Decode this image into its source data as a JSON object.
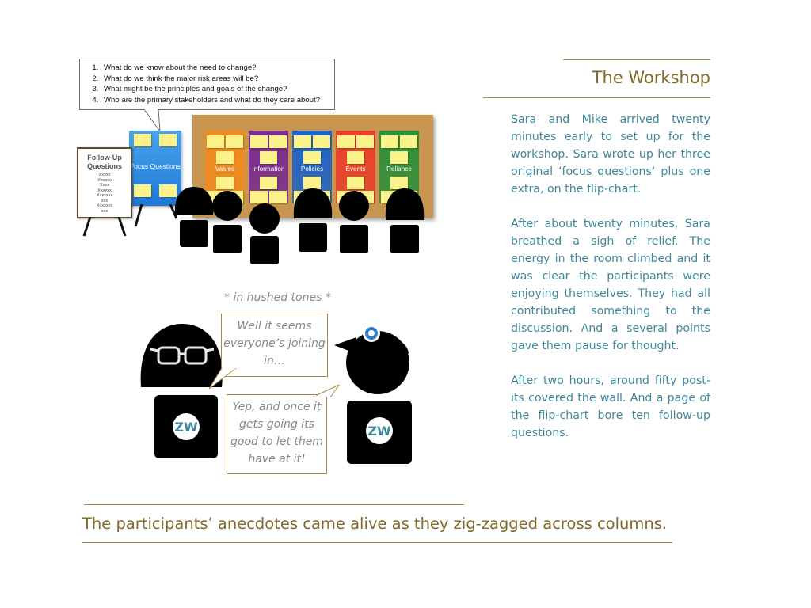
{
  "title": "The Workshop",
  "paragraphs": [
    "Sara and Mike arrived twenty minutes early to set up for the workshop. Sara wrote up her three original ‘focus questions’ plus one extra, on the flip-chart.",
    "After about twenty minutes, Sara breathed a sigh of relief. The energy in the room climbed and it was clear the participants were enjoying themselves. They had all contributed something to the discussion. And a several points gave them pause for thought.",
    "After two hours, around fifty post-its covered the wall. And a page of the flip-chart bore ten follow-up questions."
  ],
  "focus_questions": [
    "What do we know about the need to change?",
    "What do we think the major risk areas will be?",
    "What might be the principles and goals of the change?",
    "Who are the primary stakeholders and what do they care about?"
  ],
  "flipchart": {
    "heading": "Follow-Up Questions",
    "lines": [
      "Xxxxx",
      "Xxxxxx",
      "Xxxx",
      "Xxxxxx",
      "Xxxxxxx",
      "xxx",
      "Xxxxxxx",
      "xxx"
    ]
  },
  "focus_board_label": "Focus Questions",
  "columns": [
    {
      "label": "Values",
      "color": "#f08a1e"
    },
    {
      "label": "Information",
      "color": "#7b2d8f"
    },
    {
      "label": "Policies",
      "color": "#1f63c6"
    },
    {
      "label": "Events",
      "color": "#e9412a"
    },
    {
      "label": "Reliance",
      "color": "#2f8f3a"
    }
  ],
  "aside": "* in hushed tones *",
  "speech_sara": "Well it seems everyone’s joining in…",
  "speech_mike": "Yep, and once it gets going its good to let them have at it!",
  "badge": "ZW",
  "caption": "The participants’ anecdotes came alive as they zig-zagged across columns.",
  "colors": {
    "accent": "#a58a45",
    "body_text": "#3f8899",
    "title_text": "#806a2a"
  }
}
